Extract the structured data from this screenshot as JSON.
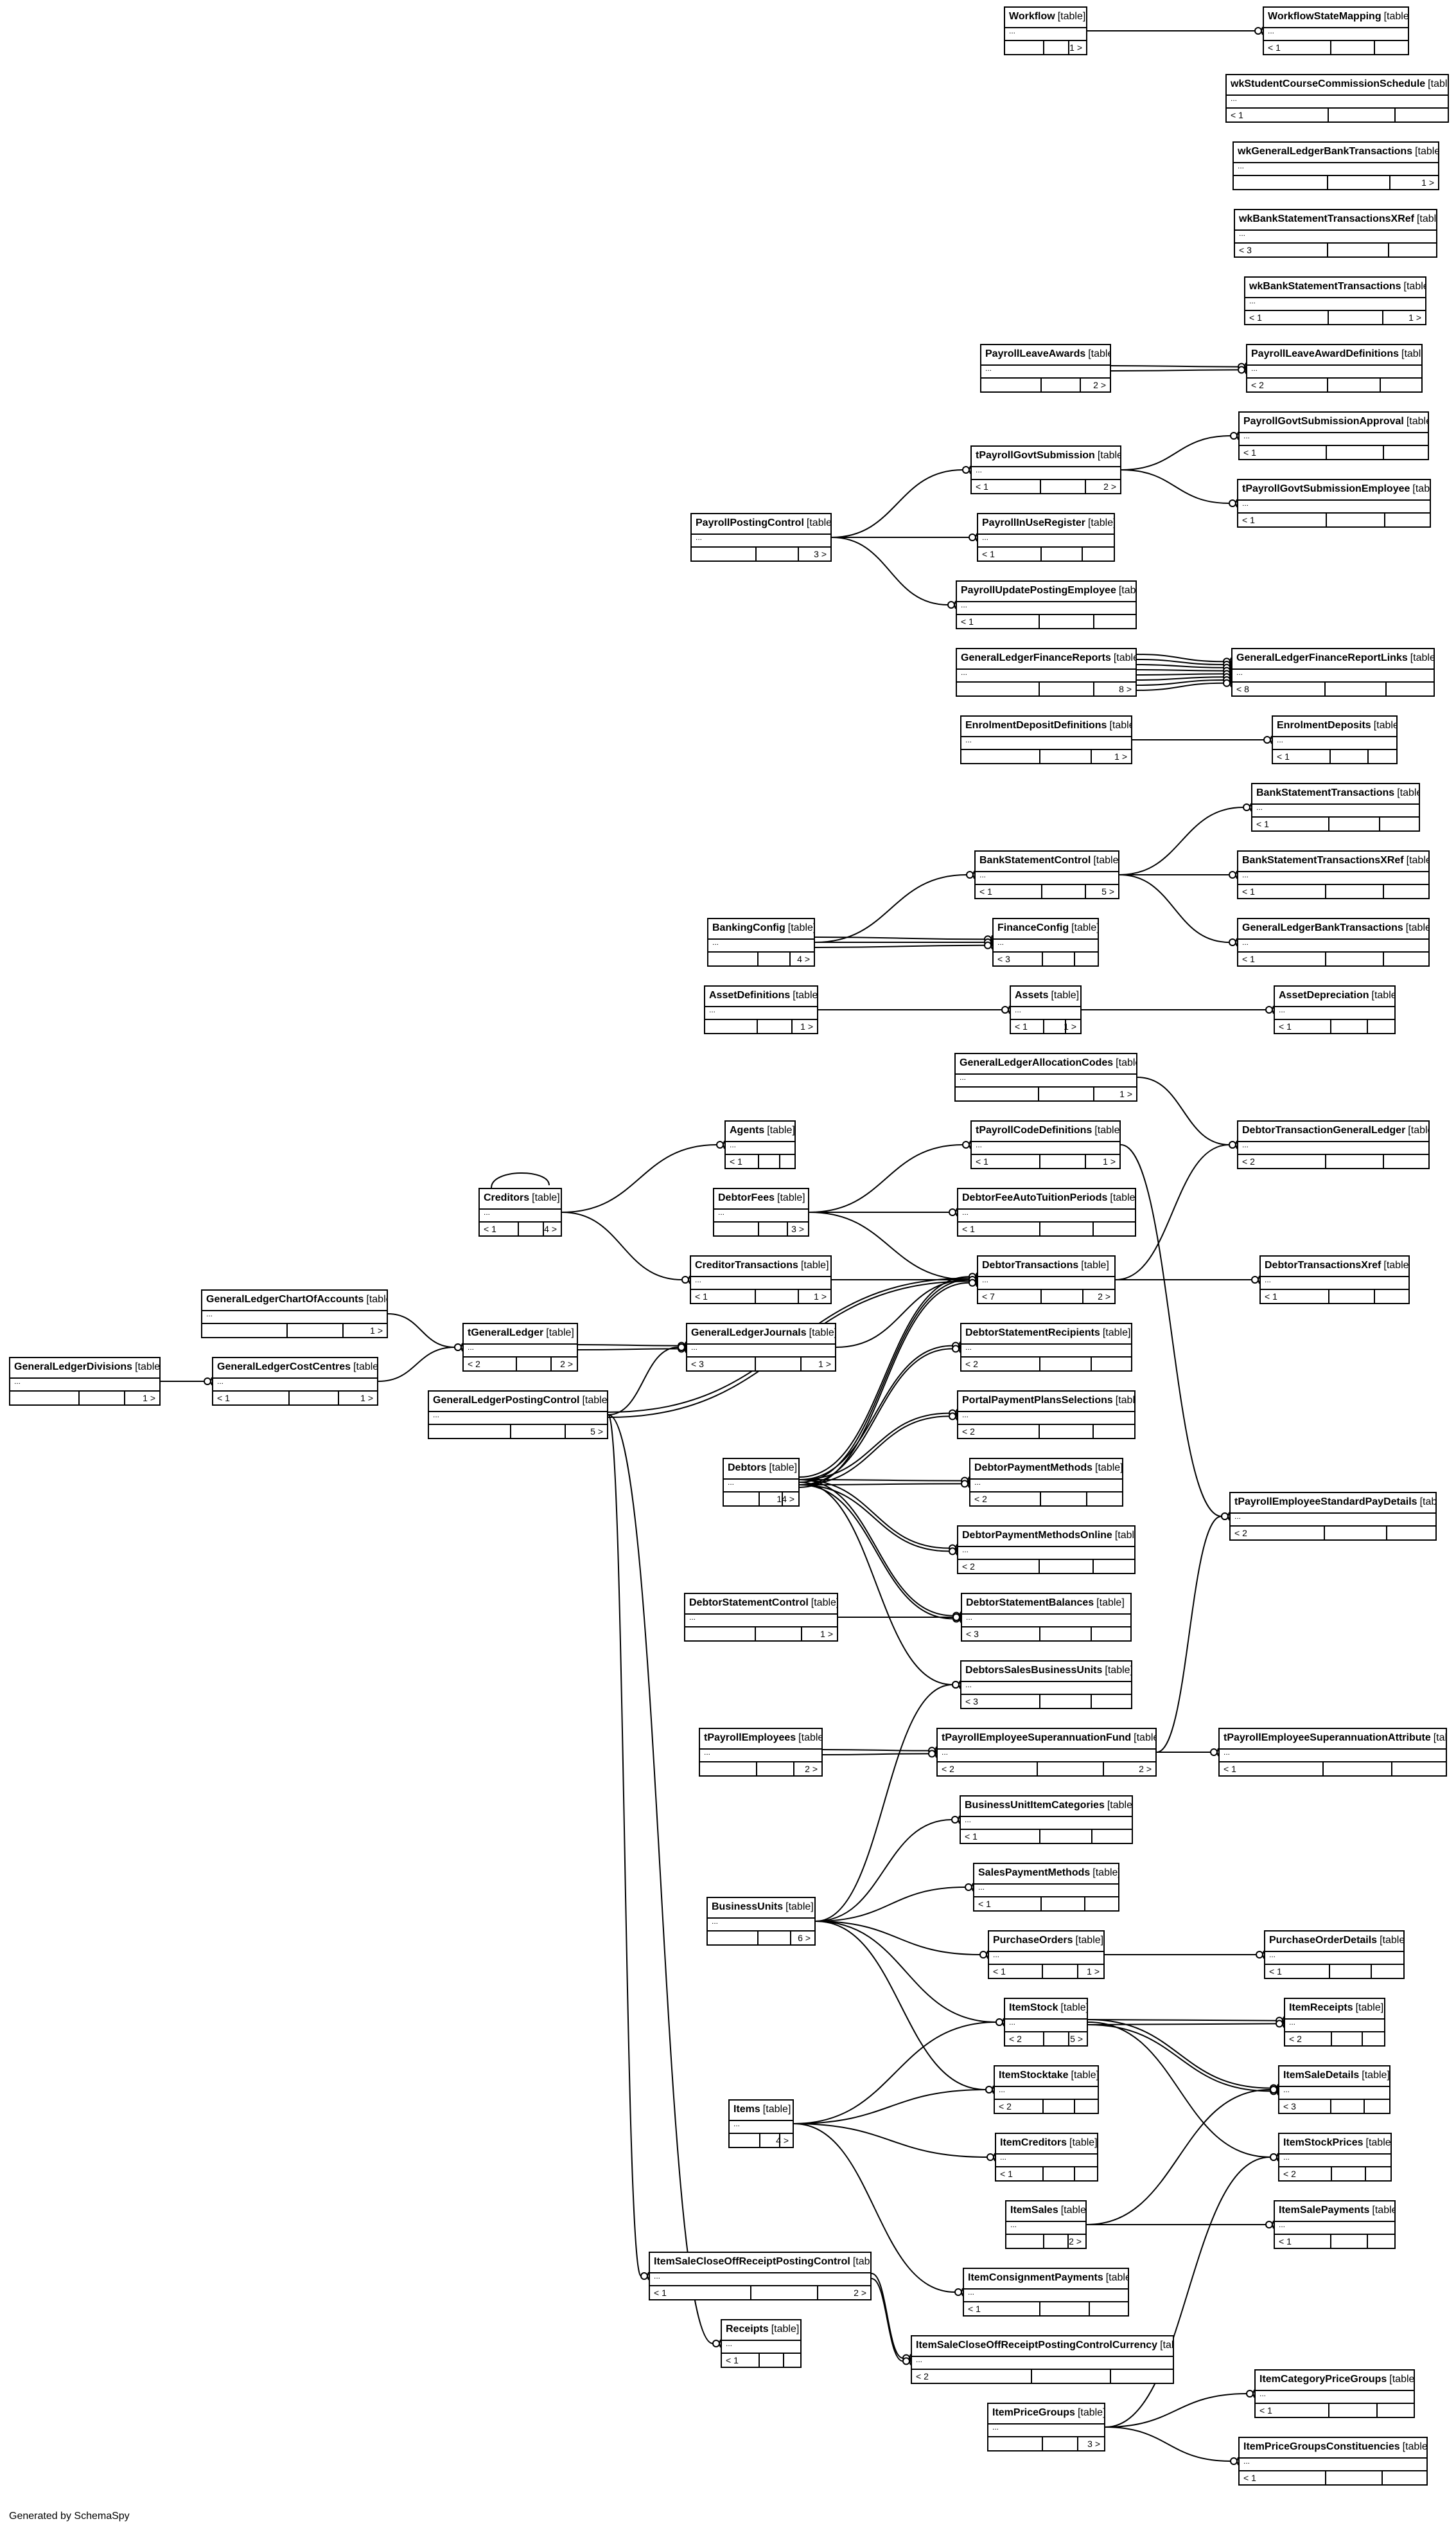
{
  "credit": "Generated by SchemaSpy",
  "table_tag": "[table]",
  "tables": [
    {
      "id": "Workflow",
      "name": "Workflow",
      "left": "",
      "right": "1 >"
    },
    {
      "id": "WorkflowStateMapping",
      "name": "WorkflowStateMapping",
      "left": "< 1",
      "right": ""
    },
    {
      "id": "wkStudentCourseCommissionSchedule",
      "name": "wkStudentCourseCommissionSchedule",
      "left": "< 1",
      "right": ""
    },
    {
      "id": "wkGeneralLedgerBankTransactions",
      "name": "wkGeneralLedgerBankTransactions",
      "left": "",
      "right": "1 >"
    },
    {
      "id": "wkBankStatementTransactionsXRef",
      "name": "wkBankStatementTransactionsXRef",
      "left": "< 3",
      "right": ""
    },
    {
      "id": "wkBankStatementTransactions",
      "name": "wkBankStatementTransactions",
      "left": "< 1",
      "right": "1 >"
    },
    {
      "id": "PayrollLeaveAwards",
      "name": "PayrollLeaveAwards",
      "left": "",
      "right": "2 >"
    },
    {
      "id": "PayrollLeaveAwardDefinitions",
      "name": "PayrollLeaveAwardDefinitions",
      "left": "< 2",
      "right": ""
    },
    {
      "id": "PayrollGovtSubmissionApproval",
      "name": "PayrollGovtSubmissionApproval",
      "left": "< 1",
      "right": ""
    },
    {
      "id": "tPayrollGovtSubmission",
      "name": "tPayrollGovtSubmission",
      "left": "< 1",
      "right": "2 >"
    },
    {
      "id": "tPayrollGovtSubmissionEmployee",
      "name": "tPayrollGovtSubmissionEmployee",
      "left": "< 1",
      "right": ""
    },
    {
      "id": "PayrollPostingControl",
      "name": "PayrollPostingControl",
      "left": "",
      "right": "3 >"
    },
    {
      "id": "PayrollInUseRegister",
      "name": "PayrollInUseRegister",
      "left": "< 1",
      "right": ""
    },
    {
      "id": "PayrollUpdatePostingEmployee",
      "name": "PayrollUpdatePostingEmployee",
      "left": "< 1",
      "right": ""
    },
    {
      "id": "GeneralLedgerFinanceReports",
      "name": "GeneralLedgerFinanceReports",
      "left": "",
      "right": "8 >"
    },
    {
      "id": "GeneralLedgerFinanceReportLinks",
      "name": "GeneralLedgerFinanceReportLinks",
      "left": "< 8",
      "right": ""
    },
    {
      "id": "EnrolmentDepositDefinitions",
      "name": "EnrolmentDepositDefinitions",
      "left": "",
      "right": "1 >"
    },
    {
      "id": "EnrolmentDeposits",
      "name": "EnrolmentDeposits",
      "left": "< 1",
      "right": ""
    },
    {
      "id": "BankStatementTransactions",
      "name": "BankStatementTransactions",
      "left": "< 1",
      "right": ""
    },
    {
      "id": "BankStatementControl",
      "name": "BankStatementControl",
      "left": "< 1",
      "right": "5 >"
    },
    {
      "id": "BankStatementTransactionsXRef",
      "name": "BankStatementTransactionsXRef",
      "left": "< 1",
      "right": ""
    },
    {
      "id": "BankingConfig",
      "name": "BankingConfig",
      "left": "",
      "right": "4 >"
    },
    {
      "id": "FinanceConfig",
      "name": "FinanceConfig",
      "left": "< 3",
      "right": ""
    },
    {
      "id": "GeneralLedgerBankTransactions",
      "name": "GeneralLedgerBankTransactions",
      "left": "< 1",
      "right": ""
    },
    {
      "id": "AssetDefinitions",
      "name": "AssetDefinitions",
      "left": "",
      "right": "1 >"
    },
    {
      "id": "Assets",
      "name": "Assets",
      "left": "< 1",
      "right": "1 >"
    },
    {
      "id": "AssetDepreciation",
      "name": "AssetDepreciation",
      "left": "< 1",
      "right": ""
    },
    {
      "id": "GeneralLedgerAllocationCodes",
      "name": "GeneralLedgerAllocationCodes",
      "left": "",
      "right": "1 >"
    },
    {
      "id": "DebtorTransactionGeneralLedger",
      "name": "DebtorTransactionGeneralLedger",
      "left": "< 2",
      "right": ""
    },
    {
      "id": "Agents",
      "name": "Agents",
      "left": "< 1",
      "right": ""
    },
    {
      "id": "tPayrollCodeDefinitions",
      "name": "tPayrollCodeDefinitions",
      "left": "< 1",
      "right": "1 >"
    },
    {
      "id": "Creditors",
      "name": "Creditors",
      "left": "< 1",
      "right": "4 >"
    },
    {
      "id": "DebtorFees",
      "name": "DebtorFees",
      "left": "",
      "right": "3 >"
    },
    {
      "id": "DebtorFeeAutoTuitionPeriods",
      "name": "DebtorFeeAutoTuitionPeriods",
      "left": "< 1",
      "right": ""
    },
    {
      "id": "CreditorTransactions",
      "name": "CreditorTransactions",
      "left": "< 1",
      "right": "1 >"
    },
    {
      "id": "DebtorTransactions",
      "name": "DebtorTransactions",
      "left": "< 7",
      "right": "2 >"
    },
    {
      "id": "DebtorTransactionsXref",
      "name": "DebtorTransactionsXref",
      "left": "< 1",
      "right": ""
    },
    {
      "id": "GeneralLedgerChartOfAccounts",
      "name": "GeneralLedgerChartOfAccounts",
      "left": "",
      "right": "1 >"
    },
    {
      "id": "tGeneralLedger",
      "name": "tGeneralLedger",
      "left": "< 2",
      "right": "2 >"
    },
    {
      "id": "GeneralLedgerJournals",
      "name": "GeneralLedgerJournals",
      "left": "< 3",
      "right": "1 >"
    },
    {
      "id": "DebtorStatementRecipients",
      "name": "DebtorStatementRecipients",
      "left": "< 2",
      "right": ""
    },
    {
      "id": "GeneralLedgerDivisions",
      "name": "GeneralLedgerDivisions",
      "left": "",
      "right": "1 >"
    },
    {
      "id": "GeneralLedgerCostCentres",
      "name": "GeneralLedgerCostCentres",
      "left": "< 1",
      "right": "1 >"
    },
    {
      "id": "GeneralLedgerPostingControl",
      "name": "GeneralLedgerPostingControl",
      "left": "",
      "right": "5 >"
    },
    {
      "id": "PortalPaymentPlansSelections",
      "name": "PortalPaymentPlansSelections",
      "left": "< 2",
      "right": ""
    },
    {
      "id": "Debtors",
      "name": "Debtors",
      "left": "",
      "right": "14 >"
    },
    {
      "id": "DebtorPaymentMethods",
      "name": "DebtorPaymentMethods",
      "left": "< 2",
      "right": ""
    },
    {
      "id": "tPayrollEmployeeStandardPayDetails",
      "name": "tPayrollEmployeeStandardPayDetails",
      "left": "< 2",
      "right": ""
    },
    {
      "id": "DebtorPaymentMethodsOnline",
      "name": "DebtorPaymentMethodsOnline",
      "left": "< 2",
      "right": ""
    },
    {
      "id": "DebtorStatementControl",
      "name": "DebtorStatementControl",
      "left": "",
      "right": "1 >"
    },
    {
      "id": "DebtorStatementBalances",
      "name": "DebtorStatementBalances",
      "left": "< 3",
      "right": ""
    },
    {
      "id": "DebtorsSalesBusinessUnits",
      "name": "DebtorsSalesBusinessUnits",
      "left": "< 3",
      "right": ""
    },
    {
      "id": "tPayrollEmployees",
      "name": "tPayrollEmployees",
      "left": "",
      "right": "2 >"
    },
    {
      "id": "tPayrollEmployeeSuperannuationFund",
      "name": "tPayrollEmployeeSuperannuationFund",
      "left": "< 2",
      "right": "2 >"
    },
    {
      "id": "tPayrollEmployeeSuperannuationAttribute",
      "name": "tPayrollEmployeeSuperannuationAttribute",
      "left": "< 1",
      "right": ""
    },
    {
      "id": "BusinessUnitItemCategories",
      "name": "BusinessUnitItemCategories",
      "left": "< 1",
      "right": ""
    },
    {
      "id": "SalesPaymentMethods",
      "name": "SalesPaymentMethods",
      "left": "< 1",
      "right": ""
    },
    {
      "id": "BusinessUnits",
      "name": "BusinessUnits",
      "left": "",
      "right": "6 >"
    },
    {
      "id": "PurchaseOrders",
      "name": "PurchaseOrders",
      "left": "< 1",
      "right": "1 >"
    },
    {
      "id": "PurchaseOrderDetails",
      "name": "PurchaseOrderDetails",
      "left": "< 1",
      "right": ""
    },
    {
      "id": "ItemReceipts",
      "name": "ItemReceipts",
      "left": "< 2",
      "right": ""
    },
    {
      "id": "ItemStock",
      "name": "ItemStock",
      "left": "< 2",
      "right": "5 >"
    },
    {
      "id": "ItemStocktake",
      "name": "ItemStocktake",
      "left": "< 2",
      "right": ""
    },
    {
      "id": "ItemSaleDetails",
      "name": "ItemSaleDetails",
      "left": "< 3",
      "right": ""
    },
    {
      "id": "Items",
      "name": "Items",
      "left": "",
      "right": "4 >"
    },
    {
      "id": "ItemCreditors",
      "name": "ItemCreditors",
      "left": "< 1",
      "right": ""
    },
    {
      "id": "ItemStockPrices",
      "name": "ItemStockPrices",
      "left": "< 2",
      "right": ""
    },
    {
      "id": "ItemSales",
      "name": "ItemSales",
      "left": "",
      "right": "2 >"
    },
    {
      "id": "ItemSalePayments",
      "name": "ItemSalePayments",
      "left": "< 1",
      "right": ""
    },
    {
      "id": "ItemSaleCloseOffReceiptPostingControl",
      "name": "ItemSaleCloseOffReceiptPostingControl",
      "left": "< 1",
      "right": "2 >"
    },
    {
      "id": "ItemConsignmentPayments",
      "name": "ItemConsignmentPayments",
      "left": "< 1",
      "right": ""
    },
    {
      "id": "Receipts",
      "name": "Receipts",
      "left": "< 1",
      "right": ""
    },
    {
      "id": "ItemSaleCloseOffReceiptPostingControlCurrency",
      "name": "ItemSaleCloseOffReceiptPostingControlCurrency",
      "left": "< 2",
      "right": ""
    },
    {
      "id": "ItemCategoryPriceGroups",
      "name": "ItemCategoryPriceGroups",
      "left": "< 1",
      "right": ""
    },
    {
      "id": "ItemPriceGroups",
      "name": "ItemPriceGroups",
      "left": "",
      "right": "3 >"
    },
    {
      "id": "ItemPriceGroupsConstituencies",
      "name": "ItemPriceGroupsConstituencies",
      "left": "< 1",
      "right": ""
    }
  ]
}
